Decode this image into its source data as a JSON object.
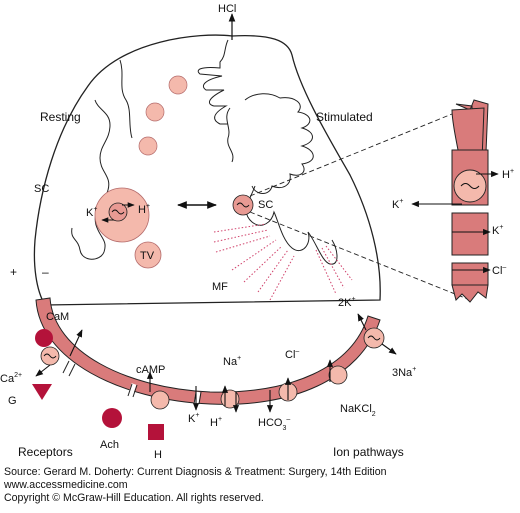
{
  "labels": {
    "hcl": "HCl",
    "resting": "Resting",
    "stimulated": "Stimulated",
    "sc_left": "SC",
    "sc_right": "SC",
    "k_left": "K",
    "h_left": "H",
    "tv": "TV",
    "mf": "MF",
    "plus": "+",
    "minus": "–",
    "cam": "CaM",
    "ca2": "Ca",
    "g": "G",
    "ach": "Ach",
    "h_receptor": "H",
    "camp": "cAMP",
    "na": "Na",
    "k_bottom": "K",
    "h_bottom": "H",
    "cl_bottom": "Cl",
    "hco3": "HCO",
    "nakcl2": "NaKCl",
    "k2": "2K",
    "na3": "3Na",
    "receptors": "Receptors",
    "ion_pathways": "Ion pathways",
    "h_zoom": "H",
    "k_zoom_1": "K",
    "k_zoom_2": "K",
    "cl_zoom": "Cl"
  },
  "footer": {
    "source": "Source: Gerard M. Doherty: Current Diagnosis & Treatment: Surgery, 14th Edition",
    "url": "www.accessmedicine.com",
    "copyright": "Copyright © McGraw-Hill Education. All rights reserved."
  },
  "colors": {
    "membrane": "#d97b7b",
    "light_pink": "#f4b9ac",
    "receptor": "#b4123a",
    "outline": "#222222",
    "dots": "#d0426b"
  }
}
